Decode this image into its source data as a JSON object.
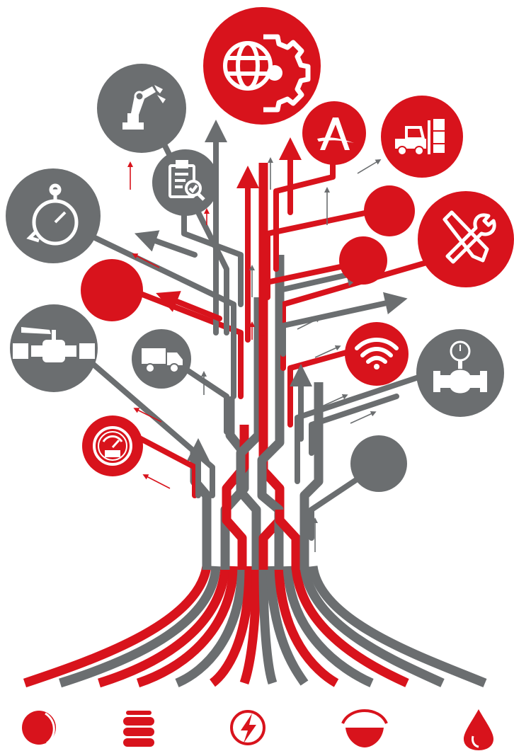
{
  "colors": {
    "red": "#d8131c",
    "gray": "#6b6e70",
    "background": "#ffffff",
    "icon": "#ffffff"
  },
  "nodes": [
    {
      "name": "globe-gear-node",
      "icon": "globe-gear-icon",
      "color": "red"
    },
    {
      "name": "robot-arm-node",
      "icon": "robot-arm-icon",
      "color": "gray"
    },
    {
      "name": "clipboard-check-node",
      "icon": "clipboard-check-icon",
      "color": "gray"
    },
    {
      "name": "brand-a-node",
      "icon": "letter-a-logo-icon",
      "color": "red"
    },
    {
      "name": "forklift-node",
      "icon": "forklift-icon",
      "color": "red"
    },
    {
      "name": "stopwatch-node",
      "icon": "stopwatch-icon",
      "color": "gray"
    },
    {
      "name": "blank-red-node-1",
      "icon": "",
      "color": "red"
    },
    {
      "name": "blank-red-node-2",
      "icon": "",
      "color": "red"
    },
    {
      "name": "tools-node",
      "icon": "wrench-screwdriver-icon",
      "color": "red"
    },
    {
      "name": "blank-red-node-3",
      "icon": "",
      "color": "red"
    },
    {
      "name": "valve-node",
      "icon": "pipe-valve-icon",
      "color": "gray"
    },
    {
      "name": "truck-node",
      "icon": "truck-icon",
      "color": "gray"
    },
    {
      "name": "wifi-node",
      "icon": "wifi-icon",
      "color": "red"
    },
    {
      "name": "pressure-valve-node",
      "icon": "pressure-gauge-valve-icon",
      "color": "gray"
    },
    {
      "name": "gauge-node",
      "icon": "speedometer-icon",
      "color": "red"
    },
    {
      "name": "blank-gray-node",
      "icon": "",
      "color": "gray"
    }
  ],
  "bottom_icons": [
    {
      "name": "sphere-icon",
      "color": "red"
    },
    {
      "name": "barrels-icon",
      "color": "red"
    },
    {
      "name": "lightning-bolt-icon",
      "color": "red"
    },
    {
      "name": "hemisphere-icon",
      "color": "red"
    },
    {
      "name": "droplet-icon",
      "color": "red"
    }
  ]
}
